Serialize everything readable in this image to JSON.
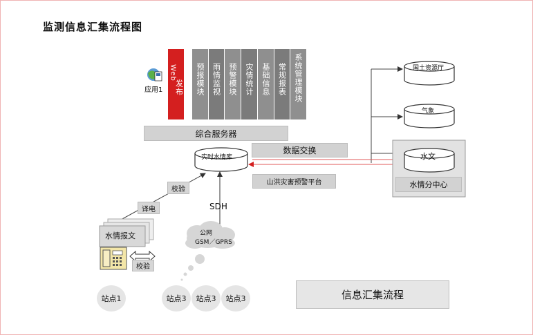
{
  "title": "监测信息汇集流程图",
  "app": {
    "icon": "globe-app-icon",
    "label": "应用1"
  },
  "web_publish": {
    "line1": "Web",
    "line2": "发布"
  },
  "modules": [
    "预报模块",
    "雨情监视",
    "预警模块",
    "灾情统计",
    "基础信息",
    "常规报表",
    "系统管理模块"
  ],
  "server": "综合服务器",
  "data_exchange": "数据交换",
  "realtime_db": "实时水情库",
  "platform": "山洪灾害预警平台",
  "right_dbs": {
    "land": "国土资源厅",
    "weather": "气象",
    "hydro": "水文"
  },
  "hydro_center": "水情分中心",
  "check_upper": "校验",
  "translate": "译电",
  "report": "水情报文",
  "check_lower": "校验",
  "sdh": "SDH",
  "cloud": {
    "line1": "公网",
    "line2": "GSM／GPRS"
  },
  "stations": [
    "站点1",
    "站点3",
    "站点3",
    "站点3"
  ],
  "caption": "信息汇集流程",
  "colors": {
    "accent_red": "#d41f1f",
    "line_red": "#e05a5a",
    "module_gray": "#8f8f8f",
    "frame_pink": "#f0b3b3"
  }
}
